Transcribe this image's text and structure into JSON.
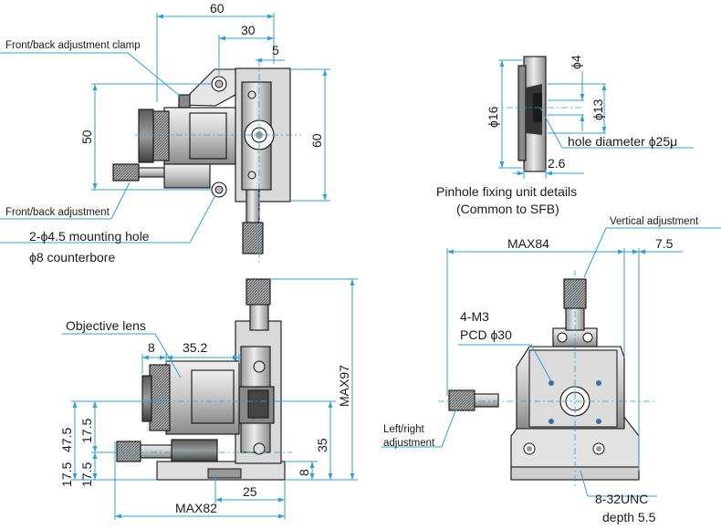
{
  "top_view": {
    "dim_60_width": "60",
    "dim_30": "30",
    "dim_5": "5",
    "dim_50": "50",
    "dim_60_height": "60",
    "clamp_label": "Front/back adjustment clamp",
    "adjust_label": "Front/back adjustment",
    "mount_label_1": "2-ϕ4.5 mounting hole",
    "mount_label_2": "ϕ8 counterbore"
  },
  "pinhole": {
    "dim_16": "ϕ16",
    "dim_4": "ϕ4",
    "dim_13": "ϕ13",
    "hole_label": "hole diameter ϕ25μ",
    "dim_2_6": "2.6",
    "caption_1": "Pinhole fixing unit details",
    "caption_2": "(Common to SFB)"
  },
  "side_view": {
    "objective_label": "Objective lens",
    "dim_8_top": "8",
    "dim_35_2": "35.2",
    "dim_max97": "MAX97",
    "dim_47_5": "47.5",
    "dim_17_5_a": "17.5",
    "dim_17_5_b": "17.5",
    "dim_17_5_c": "17.5",
    "dim_35": "35",
    "dim_8_right": "8",
    "dim_25": "25",
    "dim_max82": "MAX82"
  },
  "front_view": {
    "dim_max84": "MAX84",
    "dim_7_5": "7.5",
    "vertical_label": "Vertical adjustment",
    "pcd_label_1": "4-M3",
    "pcd_label_2": "PCD ϕ30",
    "lr_label_1": "Left/right",
    "lr_label_2": "adjustment",
    "unc_label_1": "8-32UNC",
    "unc_label_2": "depth 5.5"
  },
  "colors": {
    "dimension_line": "#2f9fd8",
    "metal_light": "#d4d4d4",
    "metal_dark": "#6e6e6e",
    "outline": "#111111"
  }
}
